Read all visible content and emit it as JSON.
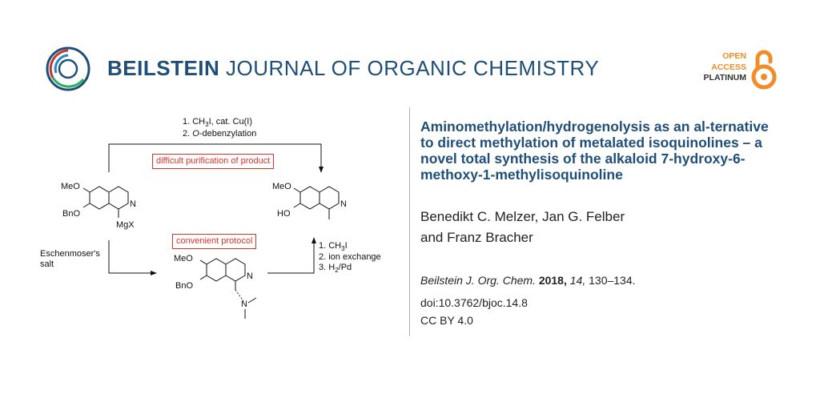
{
  "header": {
    "journal_bold": "BEILSTEIN",
    "journal_rest": "JOURNAL OF ORGANIC CHEMISTRY",
    "oa_line1": "OPEN",
    "oa_line2": "ACCESS",
    "oa_line3": "PLATINUM",
    "logo_icon": "beilstein-ring-logo-icon",
    "lock_icon": "open-access-lock-icon",
    "brand_color": "#1f4e79",
    "accent_color": "#f28c28"
  },
  "scheme": {
    "top_cond_1": "1. CH",
    "top_cond_1_sub": "3",
    "top_cond_1_rest": "I, cat. Cu(I)",
    "top_cond_2_italic": "O",
    "top_cond_2_rest": "-debenzylation",
    "box_difficult": "difficult purification of product",
    "box_convenient": "convenient protocol",
    "reagent_left_1": "Eschenmoser's",
    "reagent_left_2": "salt",
    "right_cond_1": "1. CH",
    "right_cond_1_sub": "3",
    "right_cond_1_rest": "I",
    "right_cond_2": "2. ion exchange",
    "right_cond_3": "3. H",
    "right_cond_3_sub": "2",
    "right_cond_3_rest": "/Pd",
    "sm_meo": "MeO",
    "sm_bno": "BnO",
    "sm_n": "N",
    "sm_mgx": "MgX",
    "pr_meo": "MeO",
    "pr_ho": "HO",
    "pr_n": "N",
    "int_meo": "MeO",
    "int_bno": "BnO",
    "int_n": "N",
    "int_amine_n": "N",
    "red_color": "#d9342b"
  },
  "article": {
    "title": "Aminomethylation/hydrogenolysis as an al-ternative to direct methylation of metalated isoquinolines – a novel total synthesis of the alkaloid 7-hydroxy-6-methoxy-1-methylisoquinoline",
    "authors_line1": "Benedikt C. Melzer, Jan G. Felber",
    "authors_line2": "and Franz Bracher",
    "journal_abbrev": "Beilstein J. Org. Chem.",
    "year": "2018,",
    "volume": "14,",
    "pages": "130–134.",
    "doi": "doi:10.3762/bjoc.14.8",
    "license": "CC BY 4.0"
  }
}
